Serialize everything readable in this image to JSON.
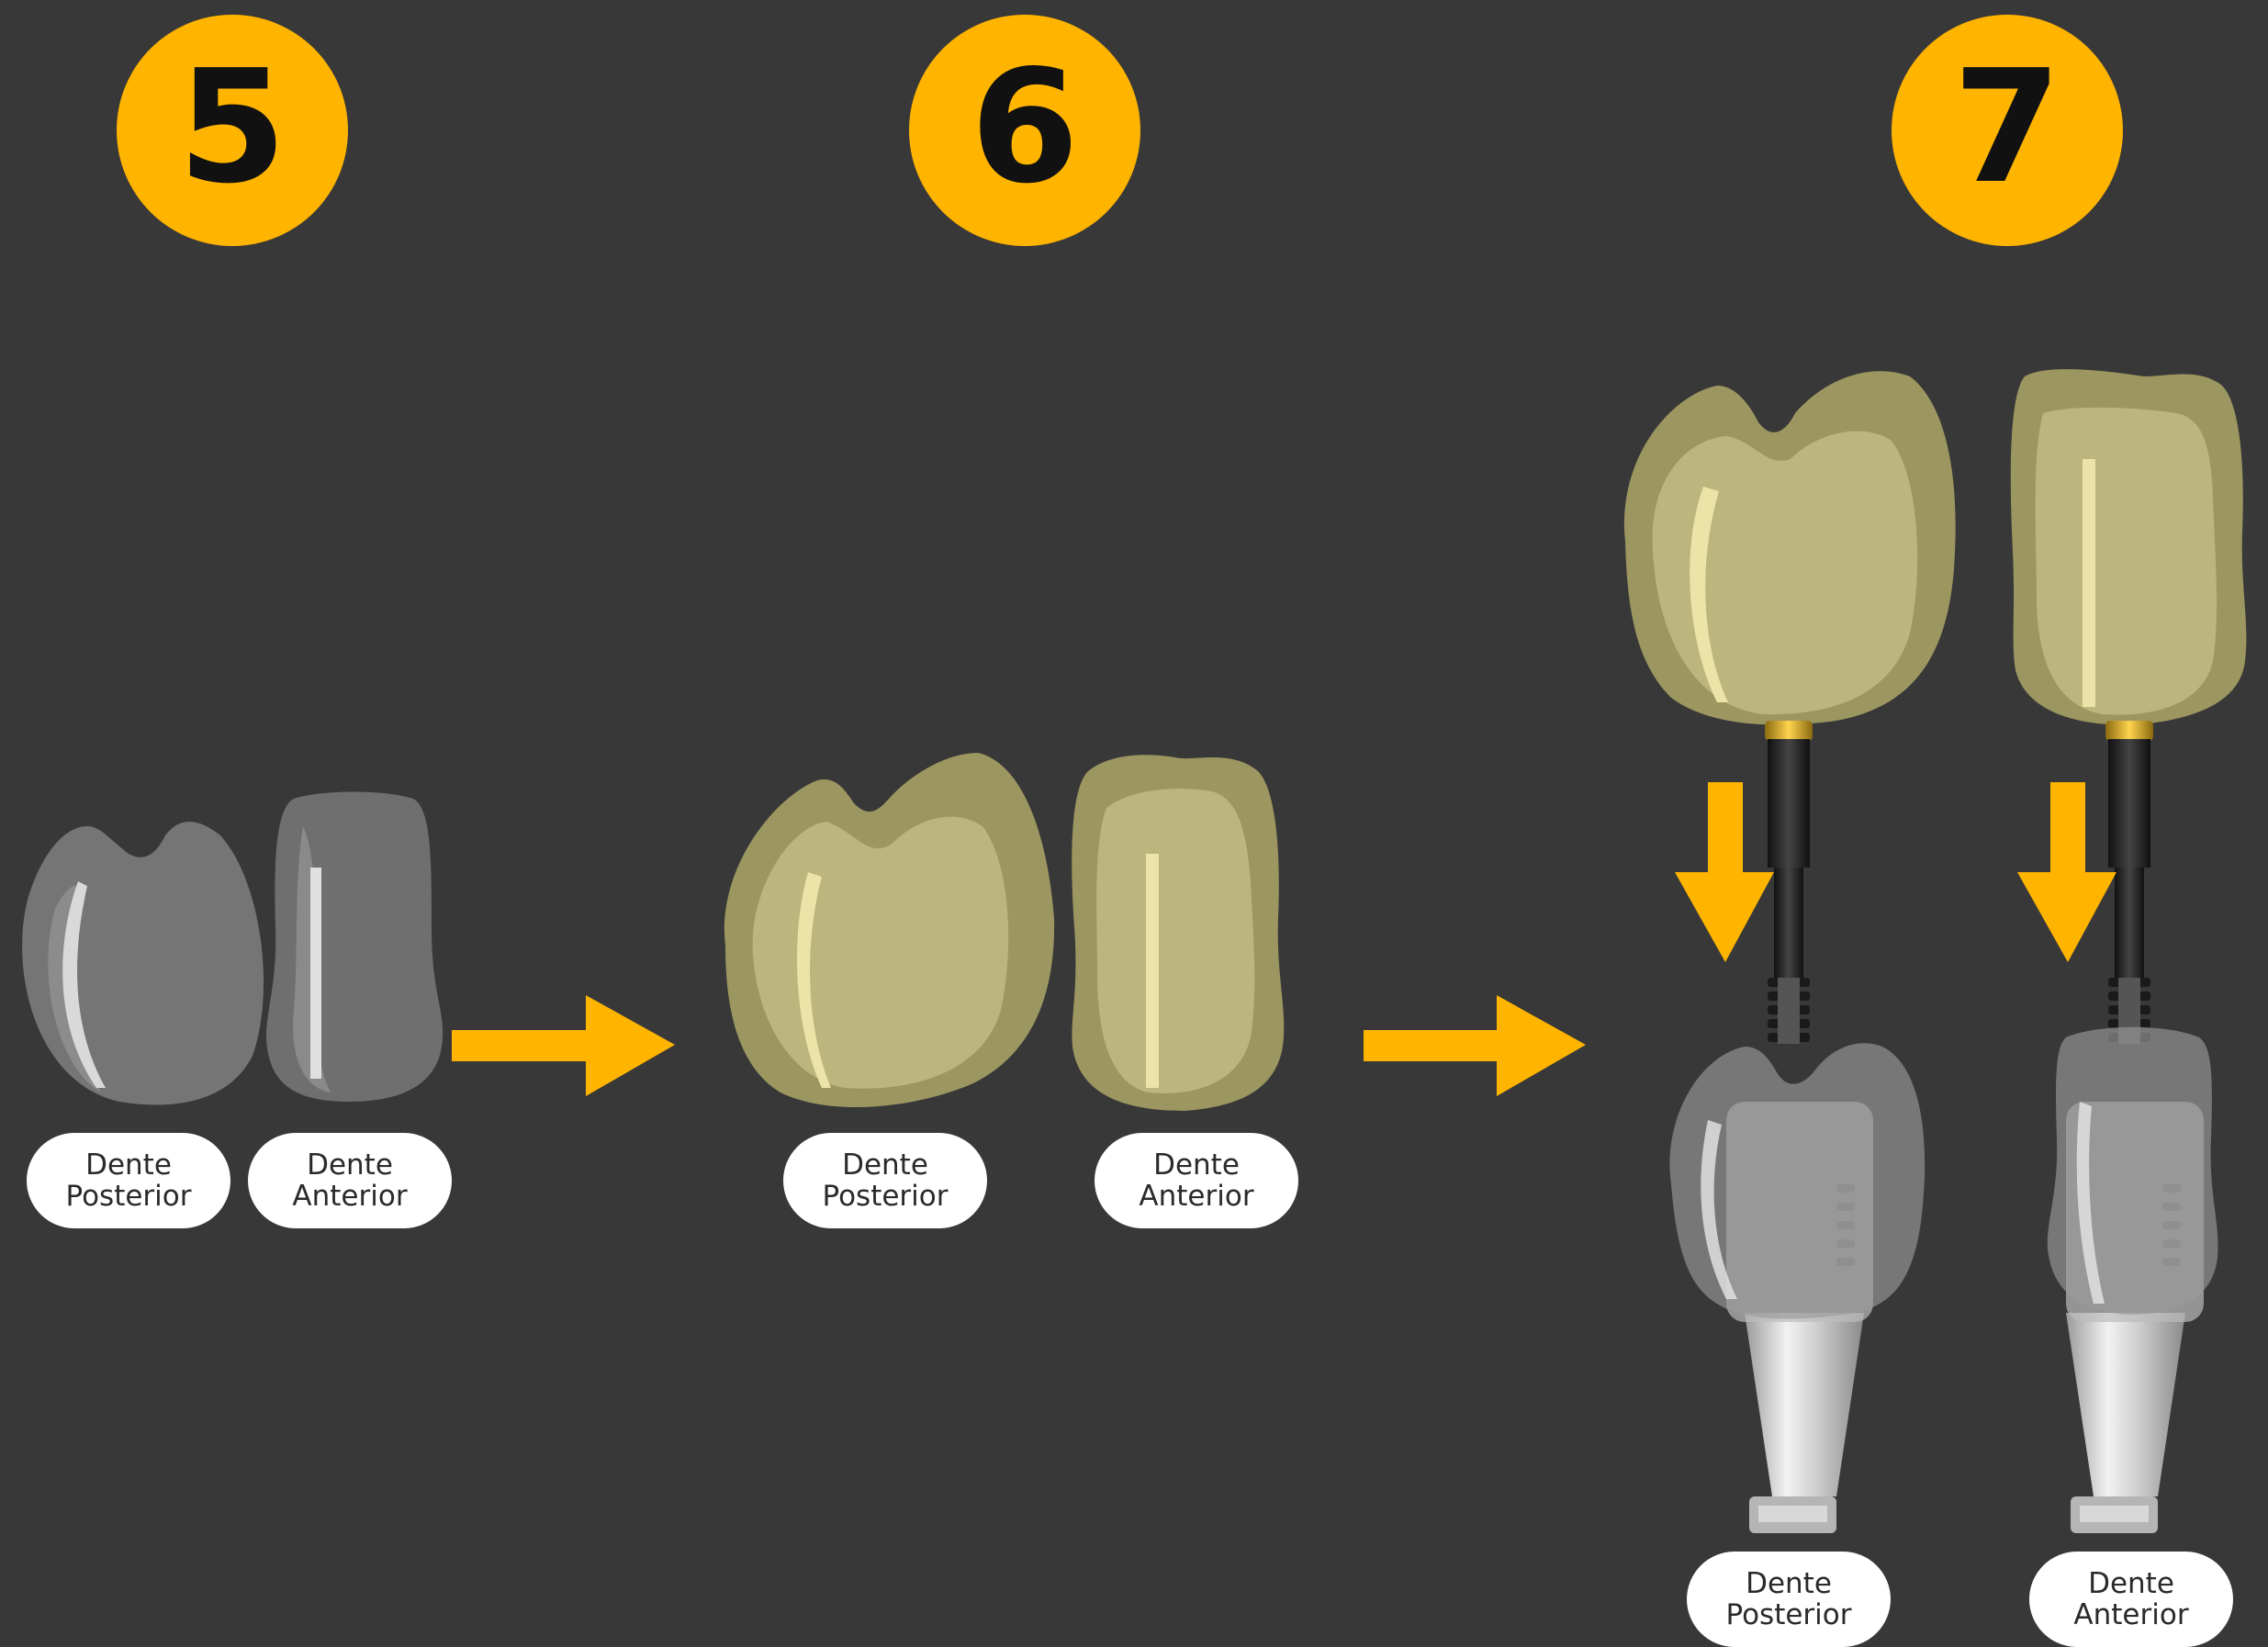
{
  "steps": [
    {
      "number": "5"
    },
    {
      "number": "6"
    },
    {
      "number": "7"
    }
  ],
  "labels": {
    "posterior": {
      "line1": "Dente",
      "line2": "Posterior"
    },
    "anterior": {
      "line1": "Dente",
      "line2": "Anterior"
    }
  },
  "colors": {
    "accent": "#FFB400",
    "background": "#383838",
    "tooth_gray": "#7a7a7a",
    "tooth_gold": "#bdb57e",
    "tooth_gold_outer": "#9c9660"
  }
}
